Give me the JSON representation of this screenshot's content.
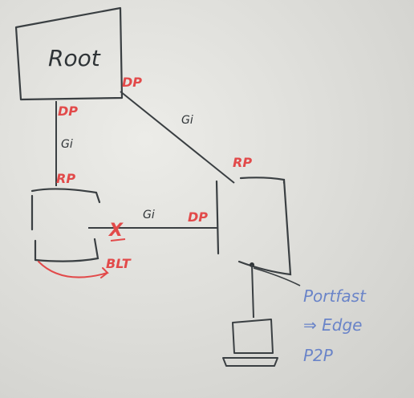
{
  "colors": {
    "board": "#dcdcd8",
    "ink_black": "#2f3437",
    "ink_red": "#e24a4a",
    "ink_blue": "#6a84c8"
  },
  "nodes": {
    "root": {
      "label": "Root"
    }
  },
  "port_labels": {
    "root_right": "DP",
    "root_bottom": "DP",
    "left_switch_top": "RP",
    "right_switch_top": "RP",
    "right_switch_left": "DP",
    "left_switch_blocked": "BLT"
  },
  "link_labels": {
    "root_to_left": "Gi",
    "root_to_right": "Gi",
    "left_to_right": "Gi"
  },
  "blocked_mark": "X",
  "notes": {
    "line1": "Portfast",
    "line2": "⇒ Edge",
    "line3": "P2P"
  }
}
